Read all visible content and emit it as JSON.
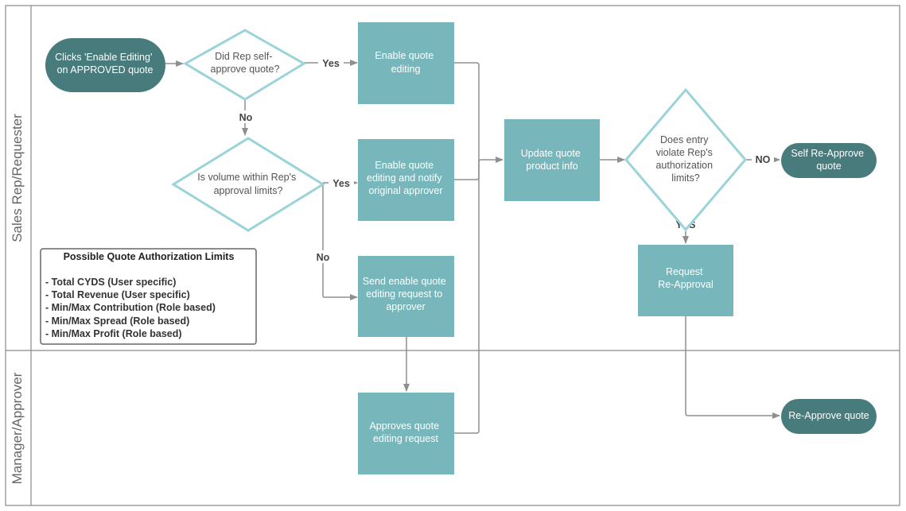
{
  "lanes": {
    "top": "Sales Rep/Requester",
    "bottom": "Manager/Approver"
  },
  "nodes": {
    "start": [
      "Clicks 'Enable Editing'",
      "on APPROVED quote"
    ],
    "self_approve_decision": [
      "Did Rep self-",
      "approve quote?"
    ],
    "enable_quote_editing": [
      "Enable quote",
      "editing"
    ],
    "volume_decision": [
      "Is volume within Rep's",
      "approval limits?"
    ],
    "enable_editing_notify": [
      "Enable quote",
      "editing and notify",
      "original approver"
    ],
    "send_request": [
      "Send enable quote",
      "editing request to",
      "approver"
    ],
    "approves_request": [
      "Approves quote",
      "editing request"
    ],
    "update_product_info": [
      "Update quote",
      "product info"
    ],
    "violate_decision": [
      "Does entry",
      "violate Rep's",
      "authorization",
      "limits?"
    ],
    "self_reapprove": [
      "Self Re-Approve",
      "quote"
    ],
    "request_reapproval": [
      "Request",
      "Re-Approval"
    ],
    "reapprove": [
      "Re-Approve quote"
    ]
  },
  "edge_labels": {
    "self_yes": "Yes",
    "self_no": "No",
    "volume_yes": "Yes",
    "volume_no": "No",
    "violate_no": "NO",
    "violate_yes": "YES"
  },
  "limits": {
    "title": "Possible Quote Authorization Limits",
    "items": [
      "- Total CYDS (User specific)",
      "- Total Revenue (User specific)",
      "- Min/Max Contribution (Role based)",
      "- Min/Max Spread (Role based)",
      "- Min/Max Profit (Role based)"
    ]
  },
  "colors": {
    "terminal": "#477b7c",
    "process": "#77b6ba",
    "decision_stroke": "#9ad3d8",
    "connector": "#8f8f8f"
  }
}
